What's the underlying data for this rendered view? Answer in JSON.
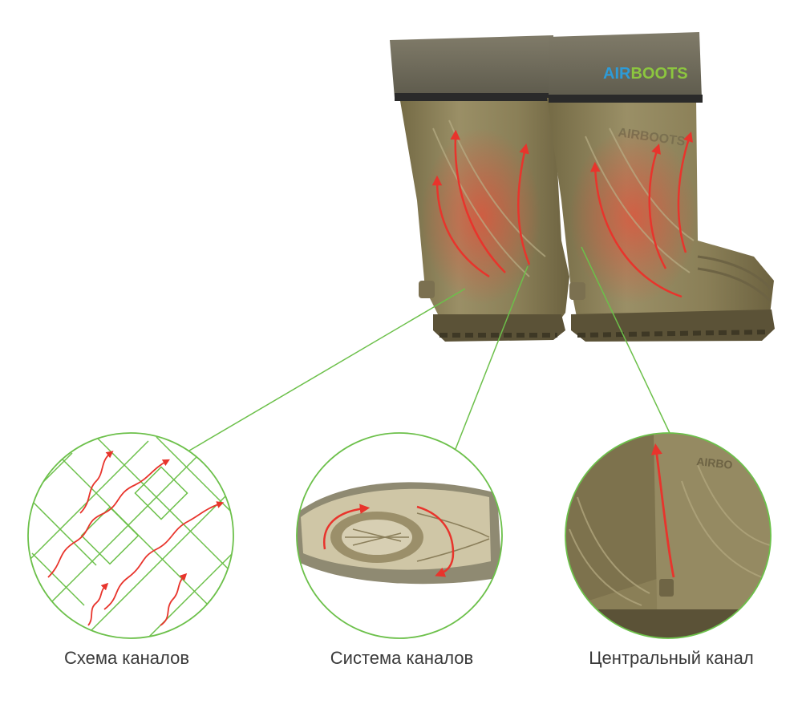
{
  "logo": {
    "brand_part_a": "AIR",
    "brand_part_b": "BOOTS",
    "embossed_text": "AIRBOOTS",
    "embossed_text_zoom": "AIRBO"
  },
  "captions": {
    "scheme": "Схема каналов",
    "system": "Система каналов",
    "central": "Центральный канал"
  },
  "colors": {
    "accent_green": "#6cc04a",
    "arrow_red": "#e8342c",
    "boot_olive": "#8b7f58",
    "cuff_fabric": "#6e6a5a",
    "caption_text": "#3a3a3a"
  },
  "icons": {
    "arrows": "red-flow-arrow-icon",
    "logo": "airboots-logo"
  }
}
